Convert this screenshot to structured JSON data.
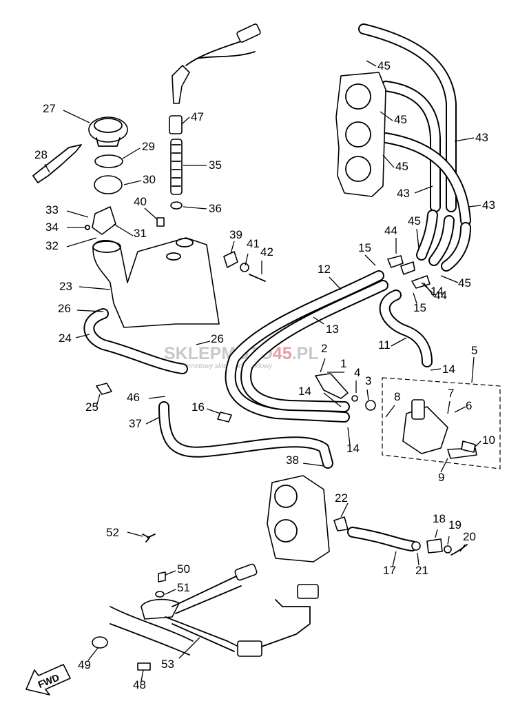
{
  "watermark": {
    "brand_start": "SKLEPMOTO",
    "brand_accent": "45",
    "brand_end": ".PL",
    "tagline": "internetowy sklep motocyklowy",
    "accent_color": "#e9a0a0",
    "gray_color": "#c9c9c9"
  },
  "direction_marker": {
    "label": "FWD"
  },
  "callouts": [
    {
      "n": "1"
    },
    {
      "n": "2"
    },
    {
      "n": "3"
    },
    {
      "n": "4"
    },
    {
      "n": "5"
    },
    {
      "n": "6"
    },
    {
      "n": "7"
    },
    {
      "n": "8"
    },
    {
      "n": "9"
    },
    {
      "n": "10"
    },
    {
      "n": "11"
    },
    {
      "n": "12"
    },
    {
      "n": "13"
    },
    {
      "n": "14"
    },
    {
      "n": "14"
    },
    {
      "n": "14"
    },
    {
      "n": "14"
    },
    {
      "n": "15"
    },
    {
      "n": "15"
    },
    {
      "n": "16"
    },
    {
      "n": "17"
    },
    {
      "n": "18"
    },
    {
      "n": "19"
    },
    {
      "n": "20"
    },
    {
      "n": "21"
    },
    {
      "n": "22"
    },
    {
      "n": "23"
    },
    {
      "n": "24"
    },
    {
      "n": "25"
    },
    {
      "n": "26"
    },
    {
      "n": "26"
    },
    {
      "n": "27"
    },
    {
      "n": "28"
    },
    {
      "n": "29"
    },
    {
      "n": "30"
    },
    {
      "n": "31"
    },
    {
      "n": "32"
    },
    {
      "n": "33"
    },
    {
      "n": "34"
    },
    {
      "n": "35"
    },
    {
      "n": "36"
    },
    {
      "n": "37"
    },
    {
      "n": "38"
    },
    {
      "n": "39"
    },
    {
      "n": "40"
    },
    {
      "n": "41"
    },
    {
      "n": "42"
    },
    {
      "n": "43"
    },
    {
      "n": "43"
    },
    {
      "n": "43"
    },
    {
      "n": "44"
    },
    {
      "n": "44"
    },
    {
      "n": "45"
    },
    {
      "n": "45"
    },
    {
      "n": "45"
    },
    {
      "n": "45"
    },
    {
      "n": "45"
    },
    {
      "n": "46"
    },
    {
      "n": "47"
    },
    {
      "n": "48"
    },
    {
      "n": "49"
    },
    {
      "n": "50"
    },
    {
      "n": "51"
    },
    {
      "n": "52"
    },
    {
      "n": "53"
    }
  ]
}
